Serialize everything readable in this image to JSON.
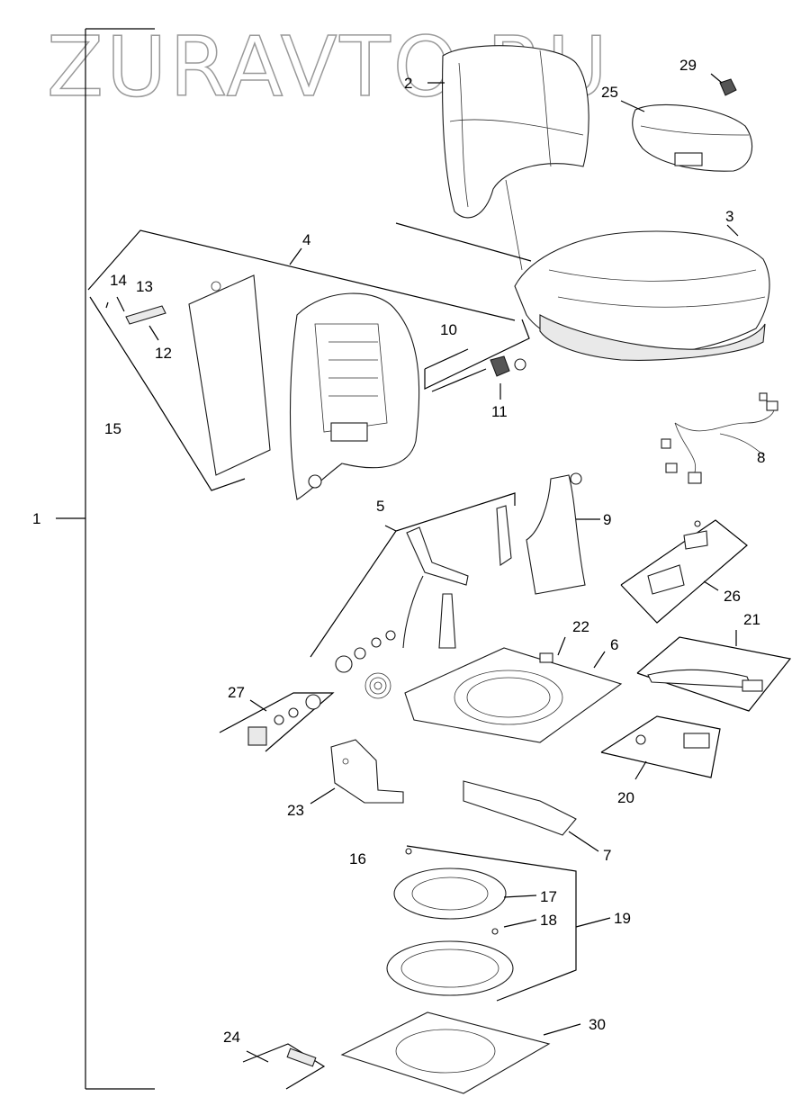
{
  "watermark": "ZURAVTO.RU",
  "callouts": {
    "c1": "1",
    "c2": "2",
    "c3": "3",
    "c4": "4",
    "c5": "5",
    "c6": "6",
    "c7": "7",
    "c8": "8",
    "c9": "9",
    "c10": "10",
    "c11": "11",
    "c12": "12",
    "c13": "13",
    "c14": "14",
    "c15": "15",
    "c16": "16",
    "c17": "17",
    "c18": "18",
    "c19": "19",
    "c20": "20",
    "c21": "21",
    "c22": "22",
    "c23": "23",
    "c24": "24",
    "c25": "25",
    "c26": "26",
    "c27": "27",
    "c29": "29",
    "c30": "30"
  }
}
